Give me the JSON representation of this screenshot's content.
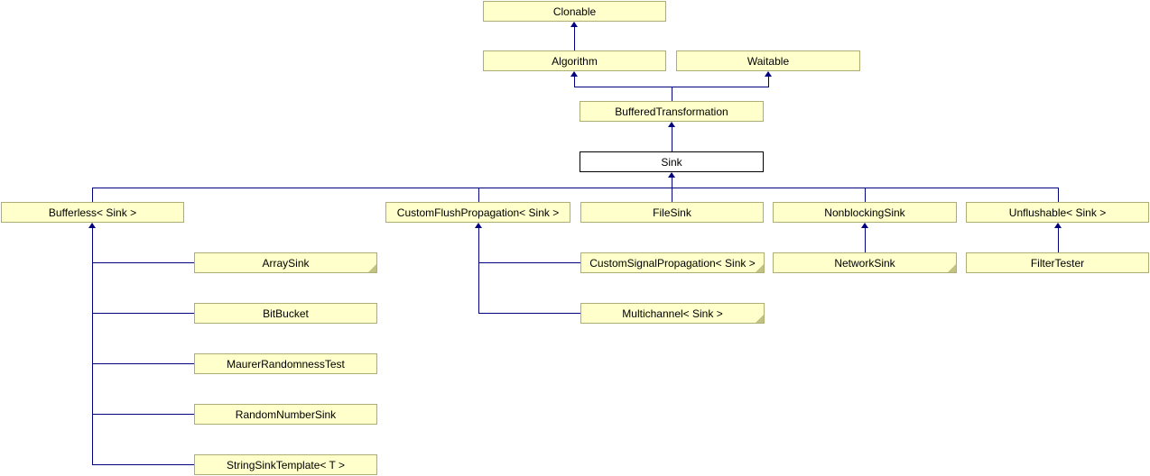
{
  "diagram": {
    "kind": "class-inheritance-diagram",
    "focus_node": "Sink",
    "colors": {
      "node_fill": "#ffffcc",
      "node_border": "#adad74",
      "focus_fill": "#ffffff",
      "focus_border": "#000000",
      "edge": "#000080",
      "fold_marker": "#c2c283",
      "background": "#ffffff"
    },
    "nodes": {
      "clonable": {
        "label": "Clonable"
      },
      "algorithm": {
        "label": "Algorithm"
      },
      "waitable": {
        "label": "Waitable"
      },
      "bufferedtransformation": {
        "label": "BufferedTransformation"
      },
      "sink": {
        "label": "Sink"
      },
      "bufferless": {
        "label": "Bufferless< Sink >"
      },
      "customflushpropagation": {
        "label": "CustomFlushPropagation< Sink >"
      },
      "filesink": {
        "label": "FileSink"
      },
      "nonblockingsink": {
        "label": "NonblockingSink"
      },
      "unflushable": {
        "label": "Unflushable< Sink >"
      },
      "arraysink": {
        "label": "ArraySink",
        "truncated": true
      },
      "bitbucket": {
        "label": "BitBucket"
      },
      "maurerrandomnesstest": {
        "label": "MaurerRandomnessTest"
      },
      "randomnumbersink": {
        "label": "RandomNumberSink"
      },
      "stringsinktemplate": {
        "label": "StringSinkTemplate< T >"
      },
      "customsignalpropagation": {
        "label": "CustomSignalPropagation< Sink >",
        "truncated": true
      },
      "multichannel": {
        "label": "Multichannel< Sink >",
        "truncated": true
      },
      "networksink": {
        "label": "NetworkSink",
        "truncated": true
      },
      "filtertester": {
        "label": "FilterTester"
      }
    },
    "edges": [
      {
        "derived": "Algorithm",
        "base": "Clonable"
      },
      {
        "derived": "BufferedTransformation",
        "base": "Algorithm"
      },
      {
        "derived": "BufferedTransformation",
        "base": "Waitable"
      },
      {
        "derived": "Sink",
        "base": "BufferedTransformation"
      },
      {
        "derived": "Bufferless< Sink >",
        "base": "Sink"
      },
      {
        "derived": "CustomFlushPropagation< Sink >",
        "base": "Sink"
      },
      {
        "derived": "FileSink",
        "base": "Sink"
      },
      {
        "derived": "NonblockingSink",
        "base": "Sink"
      },
      {
        "derived": "Unflushable< Sink >",
        "base": "Sink"
      },
      {
        "derived": "ArraySink",
        "base": "Bufferless< Sink >"
      },
      {
        "derived": "BitBucket",
        "base": "Bufferless< Sink >"
      },
      {
        "derived": "MaurerRandomnessTest",
        "base": "Bufferless< Sink >"
      },
      {
        "derived": "RandomNumberSink",
        "base": "Bufferless< Sink >"
      },
      {
        "derived": "StringSinkTemplate< T >",
        "base": "Bufferless< Sink >"
      },
      {
        "derived": "CustomSignalPropagation< Sink >",
        "base": "CustomFlushPropagation< Sink >"
      },
      {
        "derived": "Multichannel< Sink >",
        "base": "CustomFlushPropagation< Sink >"
      },
      {
        "derived": "NetworkSink",
        "base": "NonblockingSink"
      },
      {
        "derived": "FilterTester",
        "base": "Unflushable< Sink >"
      }
    ]
  }
}
